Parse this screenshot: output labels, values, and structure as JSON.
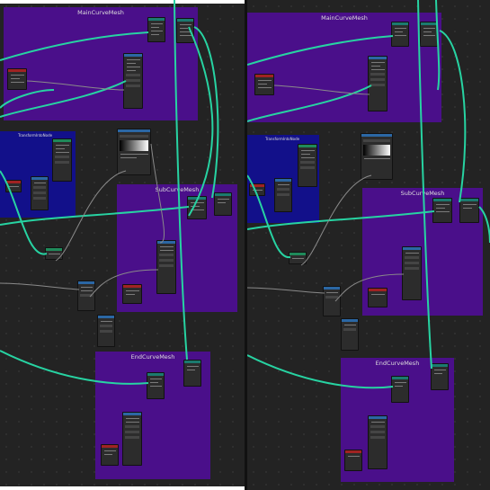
{
  "left_view": {
    "frames": {
      "main": "MainCurveMesh",
      "transform": "TransformIntoNode",
      "sub": "SubCurveMesh",
      "end": "EndCurveMesh"
    }
  },
  "right_view": {
    "frames": {
      "main": "MainCurveMesh",
      "transform": "TransformIntoNode",
      "sub": "SubCurveMesh",
      "end": "EndCurveMesh"
    }
  },
  "colors": {
    "frame_purple": "#4a0f8a",
    "frame_blue": "#12108a",
    "wire_geometry": "#27d3a2",
    "wire_float": "#8a8a8a",
    "node_body": "#2c2c2c",
    "canvas": "#232323"
  }
}
